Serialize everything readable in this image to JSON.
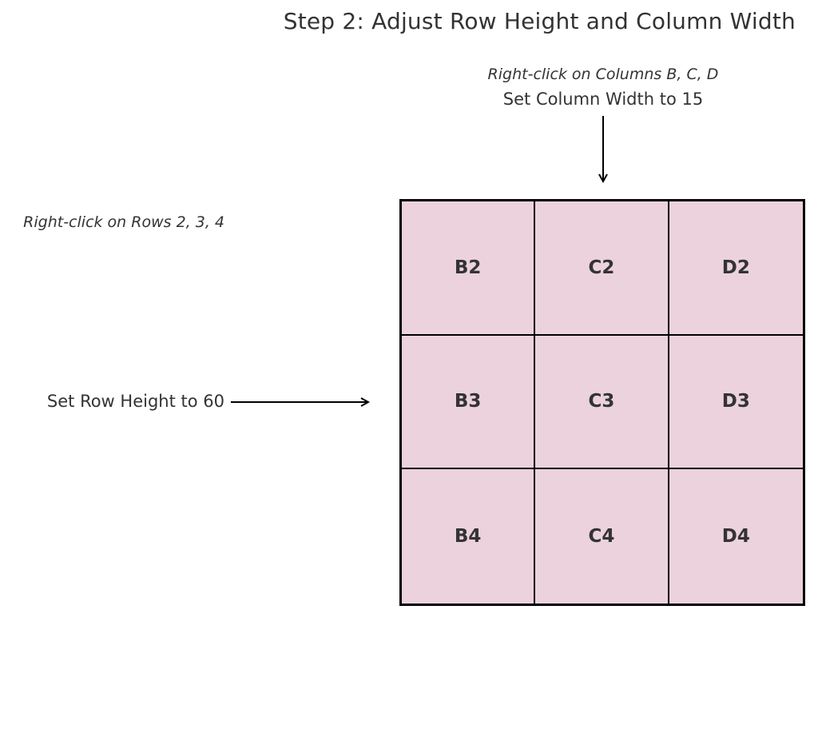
{
  "title": "Step 2: Adjust Row Height and Column Width",
  "column_note": {
    "instruction": "Right-click on Columns B, C, D",
    "action": "Set Column Width to 15"
  },
  "row_note": {
    "instruction": "Right-click on Rows 2, 3, 4",
    "action": "Set Row Height to 60"
  },
  "grid": {
    "cells": [
      [
        "B2",
        "C2",
        "D2"
      ],
      [
        "B3",
        "C3",
        "D3"
      ],
      [
        "B4",
        "C4",
        "D4"
      ]
    ]
  },
  "colors": {
    "cell_fill": "#ebd2dd",
    "border": "#000000",
    "text": "#333333"
  }
}
